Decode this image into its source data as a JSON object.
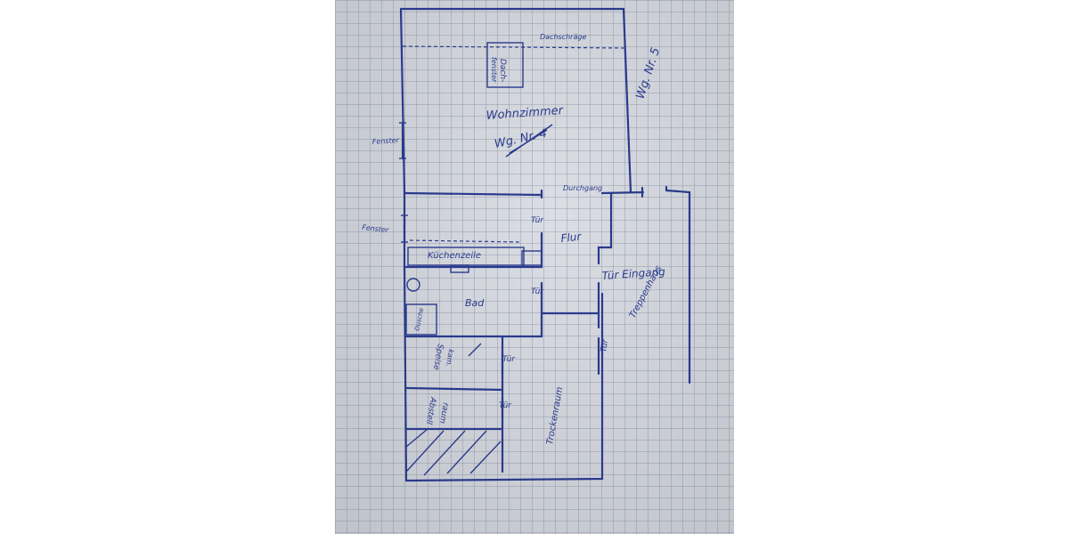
{
  "labels": {
    "dachschraege": "Dachschräge",
    "dachfenster_1": "Dach-",
    "dachfenster_2": "fenster",
    "wohnzimmer": "Wohnzimmer",
    "wg_nr_4": "Wg. Nr. 4",
    "wg_nr_5": "Wg. Nr. 5",
    "fenster_top": "Fenster",
    "fenster_mid": "Fenster",
    "durchgang": "Durchgang",
    "tuer_kitchen": "Tür",
    "flur": "Flur",
    "kuechenzeile": "Küchenzeile",
    "tuer_eingang": "Tür Eingang",
    "treppenhaus": "Treppenhaus",
    "tuer_bad": "Tür",
    "bad": "Bad",
    "dusche": "Dusche",
    "tuer_flur_lower": "Tür",
    "speisekammer_1": "Speise",
    "speisekammer_2": "kam.",
    "tuer_speise": "Tür",
    "abstellraum_1": "Abstell",
    "abstellraum_2": "raum",
    "tuer_abstell": "Tür",
    "trockenraum": "Trockenraum"
  },
  "colors": {
    "ink": "#2a3a8c",
    "paper": "#cfd3db"
  }
}
